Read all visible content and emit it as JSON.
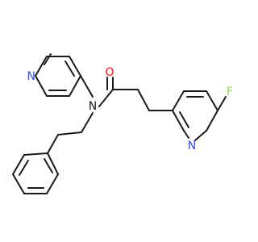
{
  "molecule": {
    "atoms": {
      "n_pyridine_top": "N",
      "n_amide": "N",
      "o_carbonyl": "O",
      "f_fluoro": "F",
      "n_pyridine_right": "N"
    },
    "colors": {
      "bond": "#1a1a1a",
      "nitrogen": "#3050f8",
      "oxygen": "#ff0d0d",
      "fluorine": "#90e050"
    }
  }
}
